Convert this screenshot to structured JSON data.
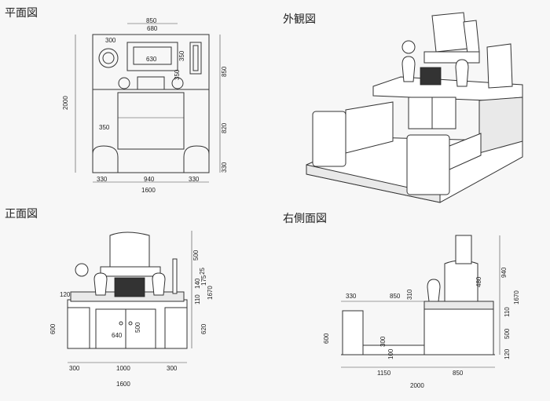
{
  "views": {
    "plan": {
      "title": "平面図"
    },
    "exterior": {
      "title": "外観図"
    },
    "front": {
      "title": "正面図"
    },
    "right_side": {
      "title": "右側面図"
    }
  },
  "plan_dims": {
    "w850": "850",
    "w680": "680",
    "w300": "300",
    "w630": "630",
    "w350a": "350",
    "w350b": "350",
    "h850": "850",
    "h820": "820",
    "h330": "330",
    "h2000": "2000",
    "b330a": "330",
    "b940": "940",
    "b330b": "330",
    "b1600": "1600"
  },
  "front_dims": {
    "h500": "500",
    "h1670": "1670",
    "h175": "175",
    "h110": "110",
    "h140": "140",
    "h25": "25",
    "h120": "120",
    "h600": "600",
    "h620": "620",
    "w640": "640",
    "c500": "500",
    "b300a": "300",
    "b1000": "1000",
    "b300b": "300",
    "b1600": "1600"
  },
  "side_dims": {
    "h940": "940",
    "h480": "480",
    "h310": "310",
    "h1670": "1670",
    "h110": "110",
    "h500": "500",
    "h120": "120",
    "h600": "600",
    "c300": "300",
    "c100": "100",
    "t330": "330",
    "t850": "850",
    "b1150": "1150",
    "b850": "850",
    "b2000": "2000"
  }
}
